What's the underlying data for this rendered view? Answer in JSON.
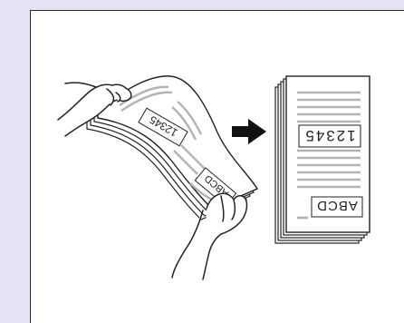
{
  "illustration": {
    "fanned_stack_number": "12345",
    "fanned_stack_letters": "ABCD",
    "stacked_page_number": "12345",
    "stacked_page_letters": "ABCD",
    "arrow_icon": "right-arrow-icon",
    "colors": {
      "background": "#e4e4f4",
      "panel": "#ffffff",
      "ink": "#222222",
      "page_lines": "#b3b3b3"
    }
  }
}
